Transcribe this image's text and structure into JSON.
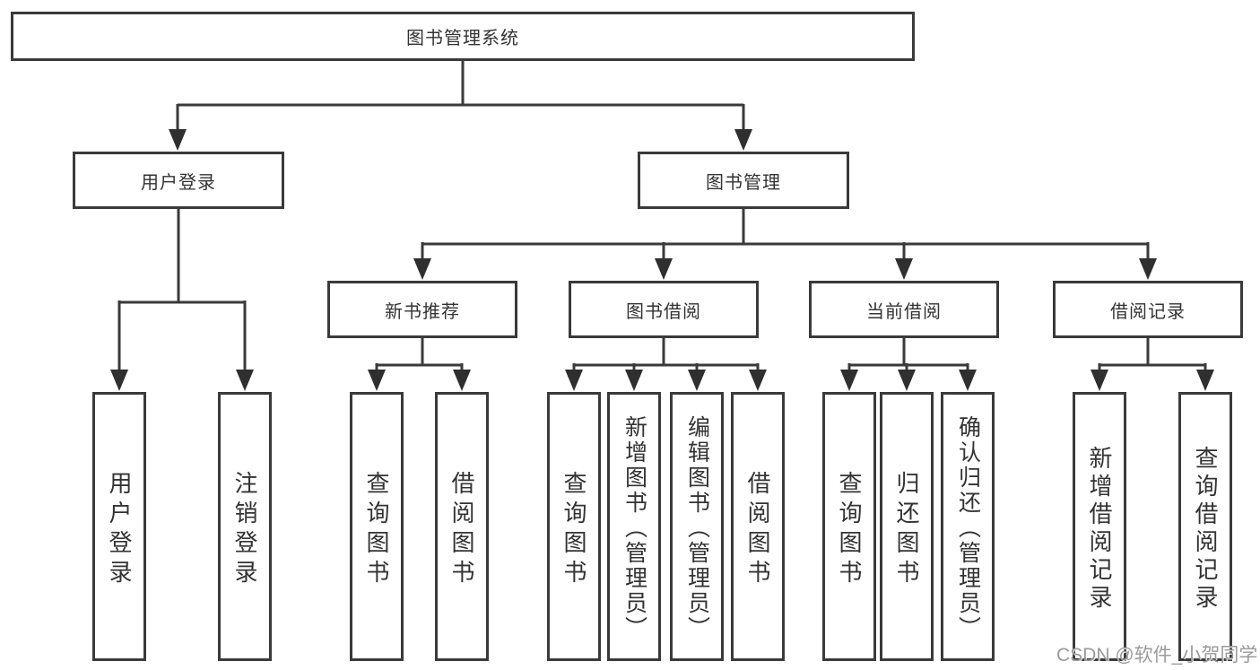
{
  "diagram": {
    "title": "图书管理系统",
    "type": "hierarchy-tree",
    "colors": {
      "line": "#3a3a3a",
      "box_border": "#3a3a3a",
      "box_fill": "#ffffff",
      "text": "#333333",
      "watermark": "#9a9a9a"
    },
    "tree": {
      "root": {
        "label": "图书管理系统"
      },
      "children": [
        {
          "label": "用户登录",
          "children": [
            {
              "label": "用户登录"
            },
            {
              "label": "注销登录"
            }
          ]
        },
        {
          "label": "图书管理",
          "children": [
            {
              "label": "新书推荐",
              "children": [
                {
                  "label": "查询图书"
                },
                {
                  "label": "借阅图书"
                }
              ]
            },
            {
              "label": "图书借阅",
              "children": [
                {
                  "label": "查询图书"
                },
                {
                  "label": "新增图书（管理员）"
                },
                {
                  "label": "编辑图书（管理员）"
                },
                {
                  "label": "借阅图书"
                }
              ]
            },
            {
              "label": "当前借阅",
              "children": [
                {
                  "label": "查询图书"
                },
                {
                  "label": "归还图书"
                },
                {
                  "label": "确认归还（管理员）"
                }
              ]
            },
            {
              "label": "借阅记录",
              "children": [
                {
                  "label": "新增借阅记录"
                },
                {
                  "label": "查询借阅记录"
                }
              ]
            }
          ]
        }
      ]
    }
  },
  "watermark": {
    "text": "CSDN @软件_小贺同学"
  }
}
